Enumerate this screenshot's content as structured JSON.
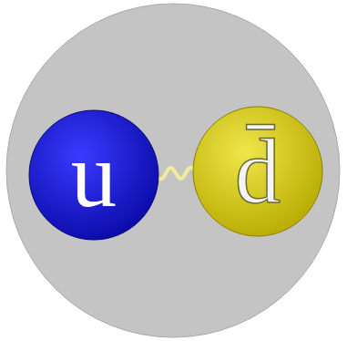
{
  "diagram": {
    "nodes": [
      {
        "text": [
          "u"
        ]
      },
      {
        "text": [
          "d̄"
        ]
      }
    ],
    "edges": [
      {
        "from": 0,
        "to": 1,
        "arrow": "none"
      }
    ]
  }
}
